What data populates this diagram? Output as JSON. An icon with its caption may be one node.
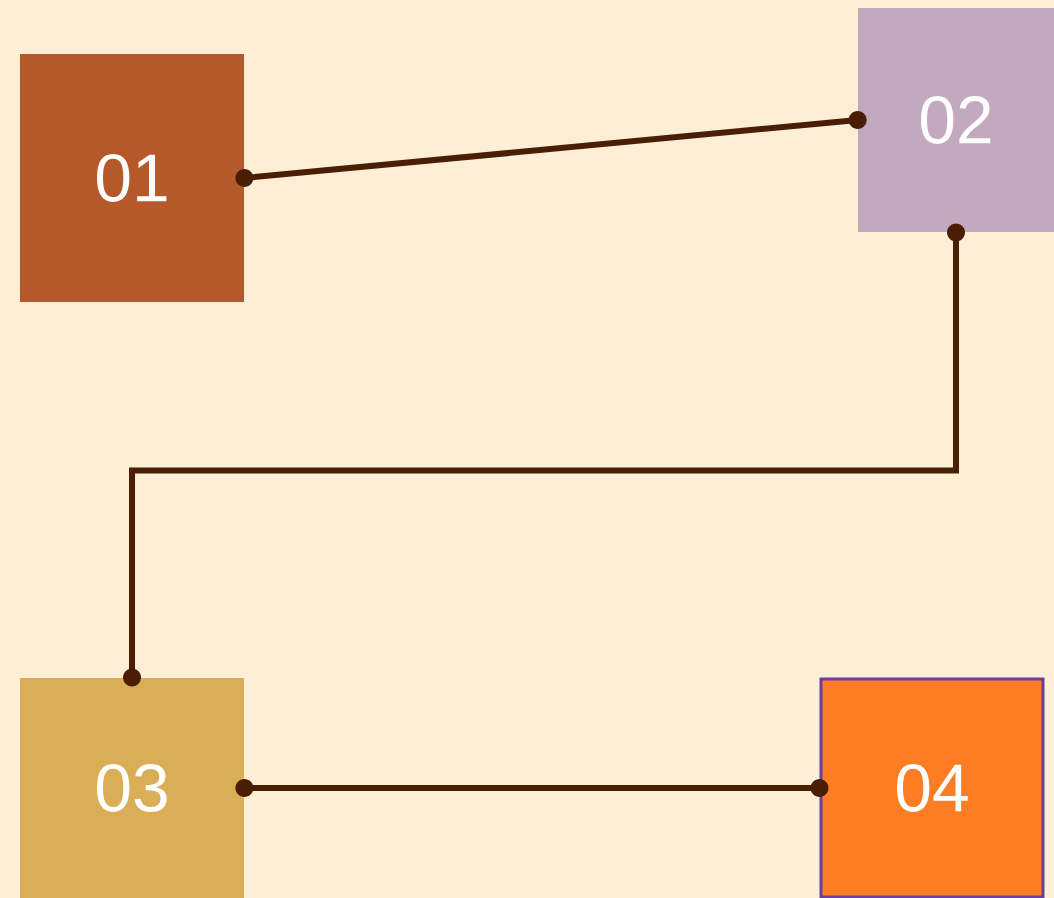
{
  "diagram": {
    "nodes": [
      {
        "text": [
          "01"
        ]
      },
      {
        "text": [
          "02"
        ]
      },
      {
        "text": [
          "03"
        ]
      },
      {
        "text": [
          "04"
        ]
      }
    ],
    "edges": [
      {
        "from": 0,
        "to": 1,
        "arrow": "other"
      },
      {
        "from": 1,
        "to": 2,
        "arrow": "other"
      },
      {
        "from": 2,
        "to": 3,
        "arrow": "other"
      }
    ]
  }
}
